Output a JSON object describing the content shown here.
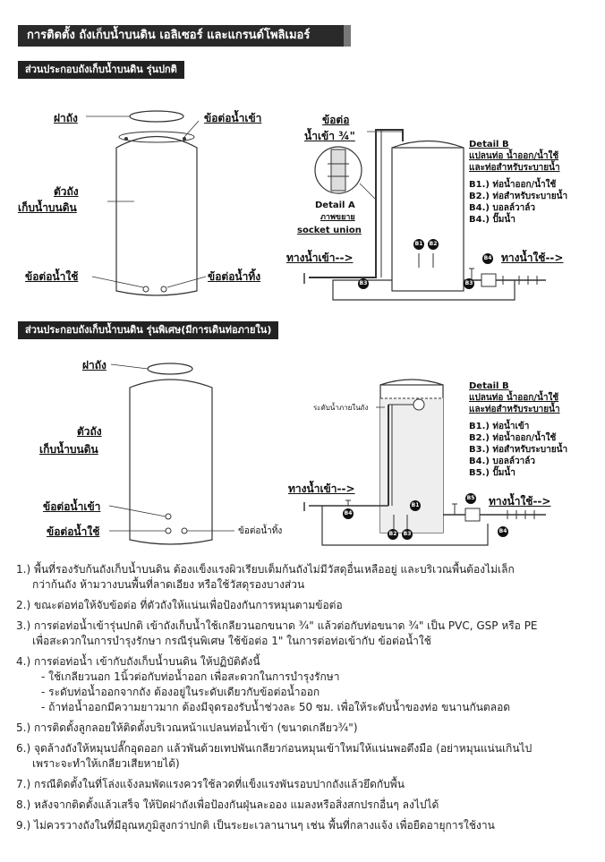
{
  "header": {
    "title": "การติดตั้ง ถังเก็บน้ำบนดิน เอลิเซอร์ และแกรนด์โพลิเมอร์"
  },
  "section1": {
    "title": "ส่วนประกอบถังเก็บน้ำบนดิน รุ่นปกติ",
    "labels": {
      "lid": "ฝาถัง",
      "inlet": "ข้อต่อน้ำเข้า",
      "body": "ตัวถัง",
      "body2": "เก็บน้ำบนดิน",
      "outlet": "ข้อต่อน้ำใช้",
      "drain": "ข้อต่อน้ำทิ้ง",
      "inlet_size_1": "ข้อต่อ",
      "inlet_size_2": "น้ำเข้า ¾\"",
      "detailA_title": "Detail A",
      "detailA_sub": "ภาพขยาย",
      "detailA_desc": "socket union",
      "water_in": "ทางน้ำเข้า-->",
      "water_out": "ทางน้ำใช้-->"
    },
    "detailB": {
      "title": "Detail B",
      "line1": "แปลนท่อ น้ำออก/น้ำใช้",
      "line2": "และท่อสำหรับระบายน้ำ",
      "items": [
        "B1.) ท่อน้ำออก/น้ำใช้",
        "B2.) ท่อสำหรับระบายน้ำ",
        "B4.) บอลล์วาล์ว",
        "B4.) ปั๊มน้ำ"
      ]
    },
    "badges": [
      "B1",
      "B2",
      "B3",
      "B3",
      "B4"
    ]
  },
  "section2": {
    "title": "ส่วนประกอบถังเก็บน้ำบนดิน รุ่นพิเศษ(มีการเดินท่อภายใน)",
    "labels": {
      "lid": "ฝาถัง",
      "body": "ตัวถัง",
      "body2": "เก็บน้ำบนดิน",
      "inlet": "ข้อต่อน้ำเข้า",
      "outlet": "ข้อต่อน้ำใช้",
      "drain": "ข้อต่อน้ำทิ้ง",
      "level": "ระดับน้ำภายในถัง",
      "water_in": "ทางน้ำเข้า-->",
      "water_out": "ทางน้ำใช้-->"
    },
    "detailB": {
      "title": "Detail B",
      "line1": "แปลนท่อ น้ำออก/น้ำใช้",
      "line2": "และท่อสำหรับระบายน้ำ",
      "items": [
        "B1.) ท่อน้ำเข้า",
        "B2.) ท่อน้ำออก/น้ำใช้",
        "B3.) ท่อสำหรับระบายน้ำ",
        "B4.) บอลล์วาล์ว",
        "B5.) ปั๊มน้ำ"
      ]
    },
    "badges": [
      "B1",
      "B2",
      "B3",
      "B4",
      "B4",
      "B5"
    ]
  },
  "notes": [
    {
      "lines": [
        "1.) พื้นที่รองรับก้นถังเก็บน้ำบนดิน ต้องแข็งแรงผิวเรียบเต็มก้นถังไม่มีวัสดุอื่นเหลืออยู่ และบริเวณพื้นต้องไม่เล็ก",
        "กว่าก้นถัง ห้ามวางบนพื้นที่ลาดเอียง หรือใช้วัสดุรองบางส่วน"
      ]
    },
    {
      "lines": [
        "2.) ขณะต่อท่อให้จับข้อต่อ ที่ตัวถังให้แน่นเพื่อป้องกันการหมุนตามข้อต่อ"
      ]
    },
    {
      "lines": [
        "3.) การต่อท่อน้ำเข้ารุ่นปกติ เข้าถังเก็บน้ำใช้เกลียวนอกขนาด ¾\" แล้วต่อกับท่อขนาด ¾\" เป็น PVC, GSP หรือ PE",
        "เพื่อสะดวกในการบำรุงรักษา กรณีรุ่นพิเศษ ใช้ข้อต่อ 1\" ในการต่อท่อเข้ากับ ข้อต่อน้ำใช้"
      ]
    },
    {
      "lines": [
        "4.) การต่อท่อน้ำ เข้ากับถังเก็บน้ำบนดิน ให้ปฏิบัติดังนี้"
      ],
      "subs": [
        "- ใช้เกลียวนอก 1นิ้วต่อกับท่อน้ำออก เพื่อสะดวกในการบำรุงรักษา",
        "- ระดับท่อน้ำออกจากถัง ต้องอยู่ในระดับเดียวกับข้อต่อน้ำออก",
        "- ถ้าท่อน้ำออกมีความยาวมาก ต้องมีจุดรองรับน้ำช่วงละ 50 ซม. เพื่อให้ระดับน้ำของท่อ ขนานกันตลอด"
      ]
    },
    {
      "lines": [
        "5.) การติดตั้งลูกลอยให้ติดตั้งบริเวณหน้าแปลนท่อน้ำเข้า (ขนาดเกลียว¾\")"
      ]
    },
    {
      "lines": [
        "6.) จุดล้างถังให้หมุนปลั๊กอุดออก แล้วพันด้วยเทปพันเกลียวก่อนหมุนเข้าใหม่ให้แน่นพอตึงมือ (อย่าหมุนแน่นเกินไป",
        "เพราะจะทำให้เกลียวเสียหายได้)"
      ]
    },
    {
      "lines": [
        "7.) กรณีติดตั้งในที่โล่งแจ้งลมพัดแรงควรใช้ลวดที่แข็งแรงพันรอบปากถังแล้วยึดกับพื้น"
      ]
    },
    {
      "lines": [
        "8.) หลังจากติดตั้งแล้วเสร็จ ให้ปิดฝาถังเพื่อป้องกันฝุ่นละออง แมลงหรือสิ่งสกปรกอื่นๆ ลงไปได้"
      ]
    },
    {
      "lines": [
        "9.) ไม่ควรวางถังในที่มีอุณหภูมิสูงกว่าปกติ เป็นระยะเวลานานๆ เช่น พื้นที่กลางแจ้ง เพื่อยืดอายุการใช้งาน"
      ]
    }
  ]
}
